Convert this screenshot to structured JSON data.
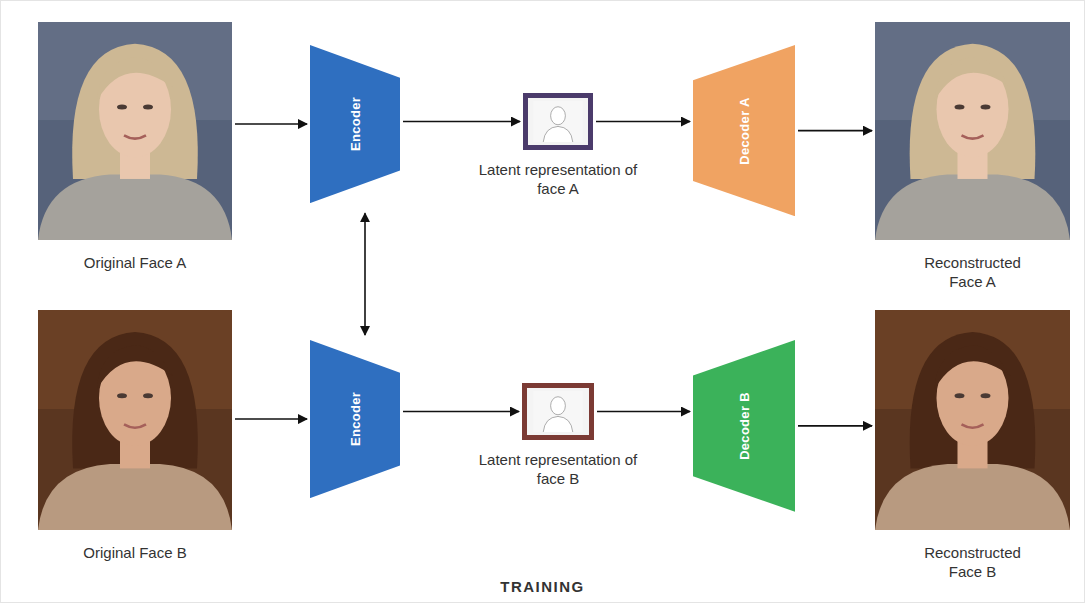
{
  "diagram": {
    "title": "TRAINING",
    "nodes": [
      {
        "text": [
          "Original Face A"
        ]
      },
      {
        "text": [
          "Encoder"
        ]
      },
      {
        "text": [
          "Latent representation of face A"
        ]
      },
      {
        "text": [
          "Decoder A"
        ]
      },
      {
        "text": [
          "Reconstructed Face A"
        ]
      },
      {
        "text": [
          "Original Face B"
        ]
      },
      {
        "text": [
          "Encoder"
        ]
      },
      {
        "text": [
          "Latent representation of face B"
        ]
      },
      {
        "text": [
          "Decoder B"
        ]
      },
      {
        "text": [
          "Reconstructed Face B"
        ]
      }
    ],
    "edges": [
      {
        "from": 0,
        "to": 1,
        "arrow": "to"
      },
      {
        "from": 1,
        "to": 2,
        "arrow": "to"
      },
      {
        "from": 2,
        "to": 3,
        "arrow": "to"
      },
      {
        "from": 3,
        "to": 4,
        "arrow": "to"
      },
      {
        "from": 1,
        "to": 6,
        "arrow": "both"
      },
      {
        "from": 5,
        "to": 6,
        "arrow": "to"
      },
      {
        "from": 6,
        "to": 7,
        "arrow": "to"
      },
      {
        "from": 7,
        "to": 8,
        "arrow": "to"
      },
      {
        "from": 8,
        "to": 9,
        "arrow": "to"
      }
    ]
  }
}
